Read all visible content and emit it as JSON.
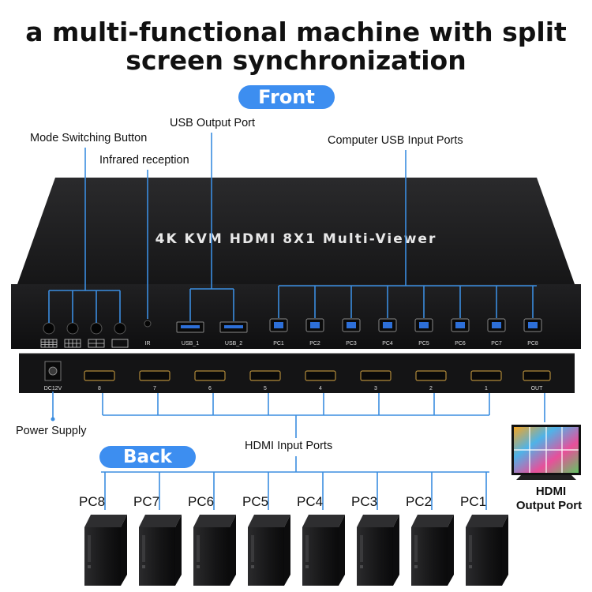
{
  "title_line1": "a multi-functional machine with split",
  "title_line2": "screen synchronization",
  "front_label": "Front",
  "back_label": "Back",
  "device_label": "4K KVM HDMI 8X1 Multi-Viewer",
  "callouts": {
    "mode_switch": "Mode Switching Button",
    "usb_output": "USB Output Port",
    "infrared": "Infrared reception",
    "usb_inputs": "Computer USB Input Ports",
    "power": "Power Supply",
    "hdmi_inputs": "HDMI Input Ports",
    "hdmi_output_l1": "HDMI",
    "hdmi_output_l2": "Output Port"
  },
  "front_ports": {
    "ir": "IR",
    "usb1": "USB_1",
    "usb2": "USB_2",
    "pcs": [
      "PC1",
      "PC2",
      "PC3",
      "PC4",
      "PC5",
      "PC6",
      "PC7",
      "PC8"
    ]
  },
  "back_ports": {
    "dc": "DC12V",
    "hdmi": [
      "8",
      "7",
      "6",
      "5",
      "4",
      "3",
      "2",
      "1"
    ],
    "out": "OUT"
  },
  "computers": [
    "PC8",
    "PC7",
    "PC6",
    "PC5",
    "PC4",
    "PC3",
    "PC2",
    "PC1"
  ],
  "colors": {
    "accent": "#3d8ef0",
    "line": "#3b8de0",
    "device": "#1b1b1c"
  }
}
